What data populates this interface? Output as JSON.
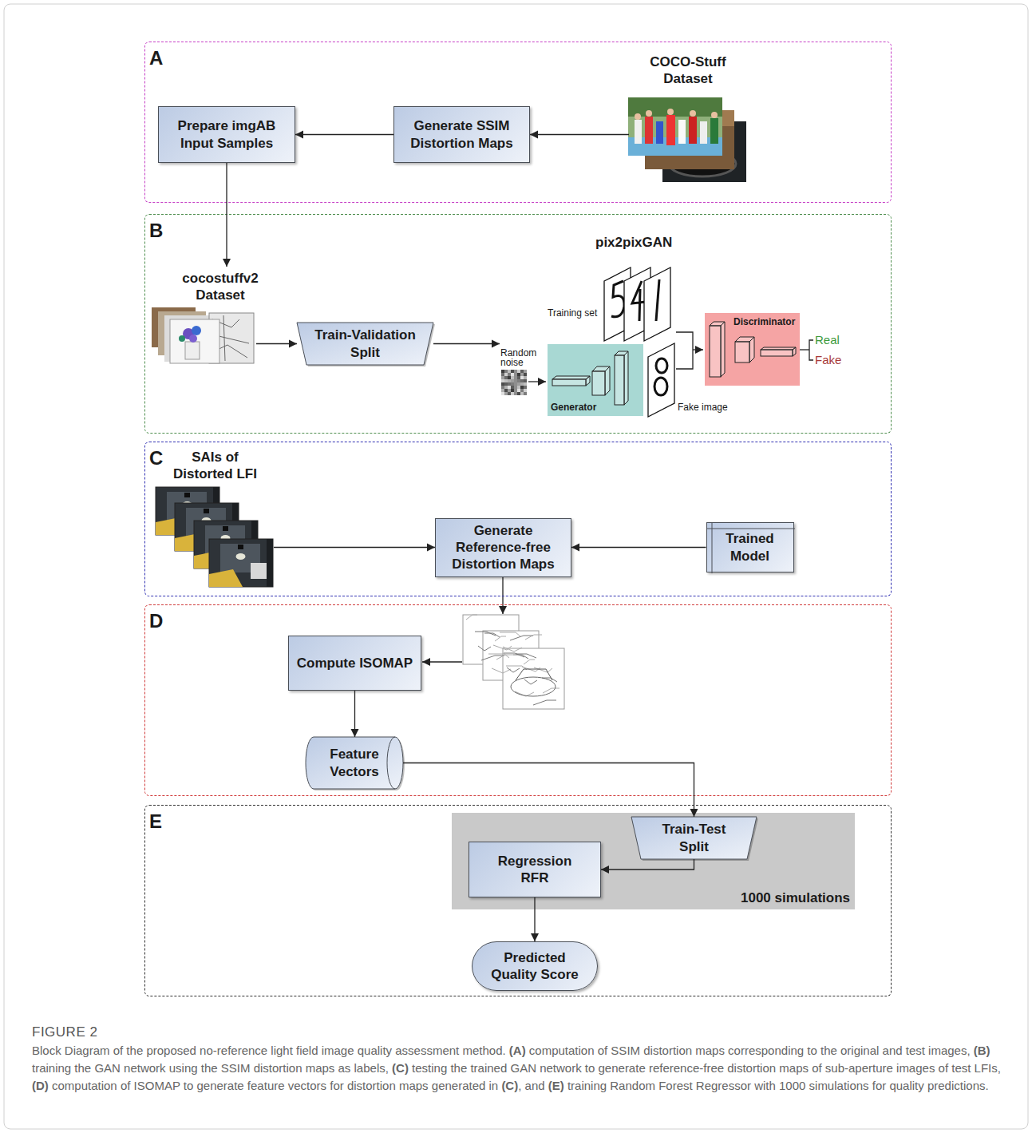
{
  "diagram": {
    "caption": "Block Diagram of the proposed no-reference light field image quality assessment method. (A) computation of SSIM distortion maps corresponding to the original and test images, (B) training the GAN network using the SSIM distortion maps as labels, (C) testing the trained GAN network to generate reference-free distortion maps of sub-aperture images of test LFIs, (D) computation of ISOMAP to generate feature vectors for distortion maps generated in (C), and (E) training Random Forest Regressor with 1000 simulations for quality predictions.",
    "nodes": [
      {
        "text": [
          "A"
        ]
      },
      {
        "text": [
          "Prepare imgAB Input Samples"
        ],
        "in": 0
      },
      {
        "text": [
          "Generate SSIM Distortion Maps"
        ],
        "in": 0
      },
      {
        "text": [
          "COCO-Stuff Dataset"
        ],
        "in": 0
      },
      {
        "text": [
          "B"
        ]
      },
      {
        "text": [
          "cocostuffv2 Dataset"
        ],
        "in": 4
      },
      {
        "text": [
          "Train-Validation Split"
        ],
        "in": 4
      },
      {
        "text": [
          "pix2pixGAN"
        ],
        "in": 4
      },
      {
        "text": [
          "Generator"
        ],
        "in": 7
      },
      {
        "text": [
          "Discriminator"
        ],
        "in": 7
      },
      {
        "text": [
          "C"
        ]
      },
      {
        "text": [
          "SAIs of Distorted LFI"
        ],
        "in": 10
      },
      {
        "text": [
          "Generate Reference-free Distortion Maps"
        ],
        "in": 10
      },
      {
        "text": [
          "Trained Model"
        ],
        "in": 10
      },
      {
        "text": [
          "D"
        ]
      },
      {
        "text": [
          "Compute ISOMAP"
        ],
        "in": 14
      },
      {
        "text": [
          "Feature Vectors"
        ],
        "in": 14
      },
      {
        "text": [
          "E"
        ]
      },
      {
        "text": [
          "1000 simulations"
        ],
        "in": 17
      },
      {
        "text": [
          "Train-Test Split"
        ],
        "in": 18
      },
      {
        "text": [
          "Regression RFR"
        ],
        "in": 18
      },
      {
        "text": [
          "Predicted Quality Score"
        ],
        "in": 17
      }
    ],
    "edges": [
      {
        "from": 3,
        "to": 2,
        "arrow": "to"
      },
      {
        "from": 2,
        "to": 1,
        "arrow": "to"
      },
      {
        "from": 1,
        "to": 5,
        "arrow": "to"
      },
      {
        "from": 5,
        "to": 6,
        "arrow": "to"
      },
      {
        "from": 6,
        "to": 7,
        "arrow": "to"
      },
      {
        "from": 11,
        "to": 12,
        "arrow": "to"
      },
      {
        "from": 13,
        "to": 12,
        "arrow": "to"
      },
      {
        "from": 15,
        "to": 16,
        "arrow": "to"
      },
      {
        "from": 16,
        "to": 19,
        "arrow": "to"
      },
      {
        "from": 19,
        "to": 20,
        "arrow": "to"
      },
      {
        "from": 20,
        "to": 21,
        "arrow": "to"
      }
    ],
    "labels": [
      "Training set",
      "Random noise",
      "Fake image",
      "Real",
      "Fake",
      "FIGURE 2"
    ]
  }
}
